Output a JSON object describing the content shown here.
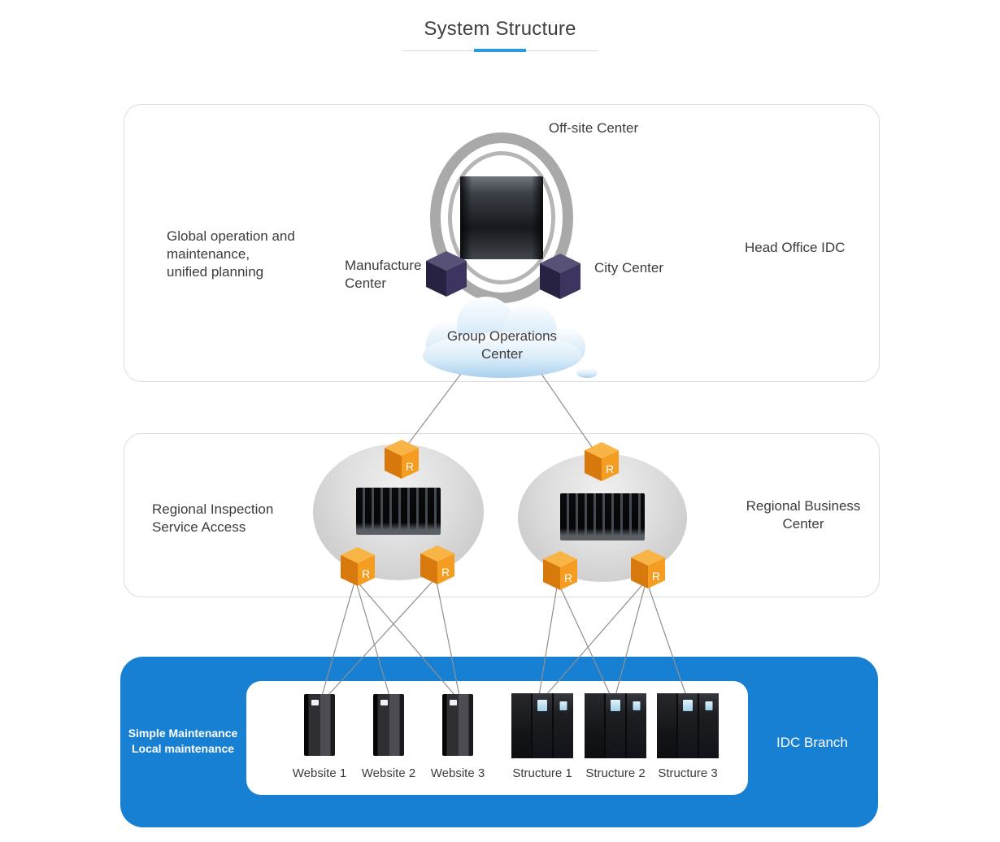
{
  "title": "System Structure",
  "head_office": {
    "offsite_center_label": "Off-site Center",
    "manufacture_center_label": [
      "Manufacture",
      "Center"
    ],
    "city_center_label": "City Center",
    "cloud_label": [
      "Group Operations",
      "Center"
    ],
    "left_note": [
      "Global operation and",
      "maintenance,",
      "unified planning"
    ],
    "right_label": "Head Office IDC"
  },
  "regional": {
    "left_note": [
      "Regional Inspection",
      "Service Access"
    ],
    "right_label": [
      "Regional Business",
      "Center"
    ],
    "router_label": "R"
  },
  "idc_branch": {
    "left_note": [
      "Simple Maintenance",
      "Local maintenance"
    ],
    "right_label": "IDC Branch",
    "website_labels": [
      "Website 1",
      "Website 2",
      "Website 3"
    ],
    "structure_labels": [
      "Structure 1",
      "Structure 2",
      "Structure 3"
    ]
  },
  "colors": {
    "accent_blue": "#2b9ae0",
    "branch_background": "#1780d2",
    "cube_purple": "#3d3560",
    "cube_orange": "#f59d20"
  }
}
